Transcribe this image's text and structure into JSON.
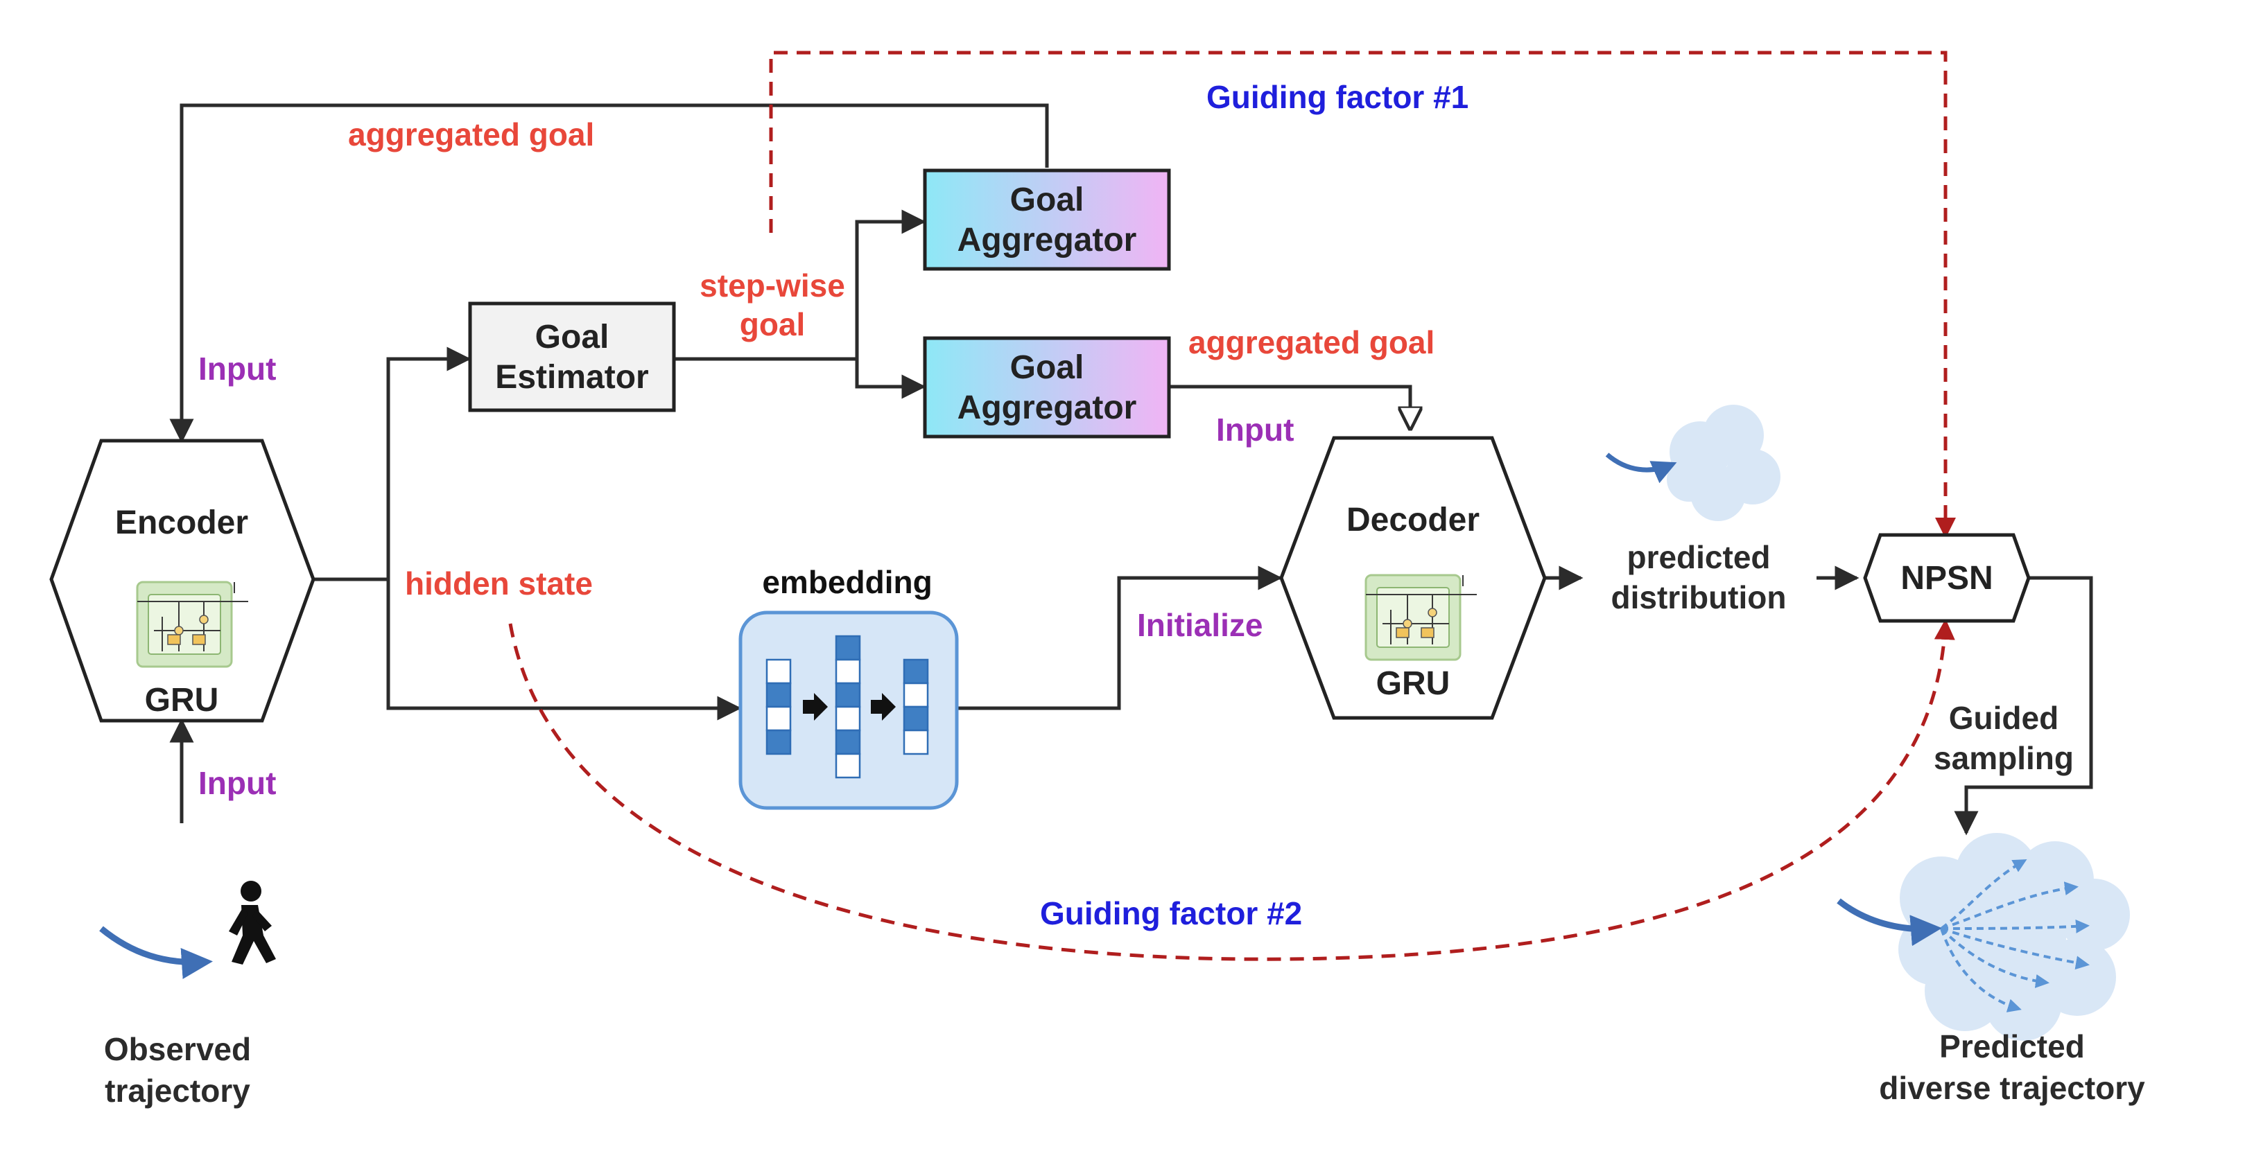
{
  "encoder": {
    "title": "Encoder",
    "cell": "GRU"
  },
  "decoder": {
    "title": "Decoder",
    "cell": "GRU"
  },
  "goal_estimator": {
    "line1": "Goal",
    "line2": "Estimator"
  },
  "goal_aggregator_top": {
    "line1": "Goal",
    "line2": "Aggregator"
  },
  "goal_aggregator_bottom": {
    "line1": "Goal",
    "line2": "Aggregator"
  },
  "npsn": "NPSN",
  "embedding": "embedding",
  "labels": {
    "aggregated_goal_top": "aggregated goal",
    "aggregated_goal_right": "aggregated goal",
    "step_wise_line1": "step-wise",
    "step_wise_line2": "goal",
    "input_encoder_top": "Input",
    "input_encoder_bottom": "Input",
    "input_decoder": "Input",
    "hidden_state": "hidden state",
    "initialize": "Initialize",
    "guiding_factor_1": "Guiding factor #1",
    "guiding_factor_2": "Guiding factor #2",
    "predicted_distribution_line1": "predicted",
    "predicted_distribution_line2": "distribution",
    "guided_sampling_line1": "Guided",
    "guided_sampling_line2": "sampling",
    "observed_line1": "Observed",
    "observed_line2": "trajectory",
    "predicted_diverse_line1": "Predicted",
    "predicted_diverse_line2": "diverse trajectory"
  },
  "colors": {
    "red_label": "#e8473a",
    "purple_label": "#9b2fb5",
    "blue_label": "#1f1fdc",
    "guide_dash": "#b01e1e",
    "aggregator_gradient_start": "#8ee8f6",
    "aggregator_gradient_end": "#f0b4f4",
    "embedding_fill": "#d6e6f7",
    "cloud_fill": "#d9e7f6",
    "trajectory_blue": "#3f6fb5"
  }
}
